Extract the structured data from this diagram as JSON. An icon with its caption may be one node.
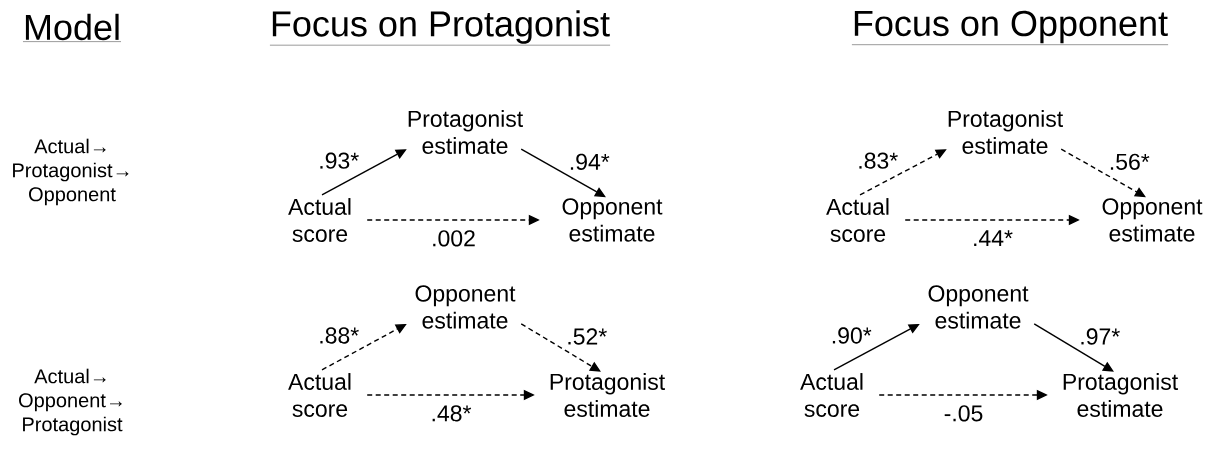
{
  "diagram": {
    "nodes": [
      {
        "text": [
          "Actual score"
        ]
      },
      {
        "text": [
          "Protagonist estimate"
        ]
      },
      {
        "text": [
          "Opponent estimate"
        ]
      },
      {
        "text": [
          "Actual score"
        ]
      },
      {
        "text": [
          "Protagonist estimate"
        ]
      },
      {
        "text": [
          "Opponent estimate"
        ]
      },
      {
        "text": [
          "Actual score"
        ]
      },
      {
        "text": [
          "Opponent estimate"
        ]
      },
      {
        "text": [
          "Protagonist estimate"
        ]
      },
      {
        "text": [
          "Actual score"
        ]
      },
      {
        "text": [
          "Opponent estimate"
        ]
      },
      {
        "text": [
          "Protagonist estimate"
        ]
      }
    ],
    "edges": [
      {
        "from": 0,
        "to": 1,
        "arrow": "to",
        "label": ".93*"
      },
      {
        "from": 1,
        "to": 2,
        "arrow": "to",
        "label": ".94*"
      },
      {
        "from": 0,
        "to": 2,
        "arrow": "to",
        "label": ".002",
        "style": "dashed"
      },
      {
        "from": 3,
        "to": 4,
        "arrow": "to",
        "label": ".83*",
        "style": "dashed"
      },
      {
        "from": 4,
        "to": 5,
        "arrow": "to",
        "label": ".56*",
        "style": "dashed"
      },
      {
        "from": 3,
        "to": 5,
        "arrow": "to",
        "label": ".44*",
        "style": "dashed"
      },
      {
        "from": 6,
        "to": 7,
        "arrow": "to",
        "label": ".88*",
        "style": "dashed"
      },
      {
        "from": 7,
        "to": 8,
        "arrow": "to",
        "label": ".52*",
        "style": "dashed"
      },
      {
        "from": 6,
        "to": 8,
        "arrow": "to",
        "label": ".48*",
        "style": "dashed"
      },
      {
        "from": 9,
        "to": 10,
        "arrow": "to",
        "label": ".90*"
      },
      {
        "from": 10,
        "to": 11,
        "arrow": "to",
        "label": ".97*"
      },
      {
        "from": 9,
        "to": 11,
        "arrow": "to",
        "label": "-.05",
        "style": "dashed"
      }
    ],
    "labels": [
      "Model",
      "Focus on Protagonist",
      "Focus on Opponent",
      "Actual→ Protagonist→ Opponent",
      "Actual→ Opponent→ Protagonist"
    ]
  }
}
